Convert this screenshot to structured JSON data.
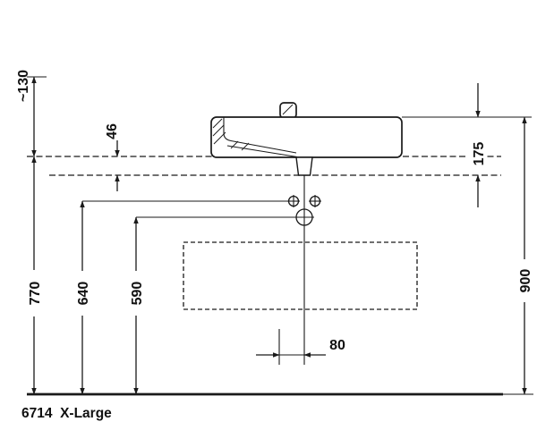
{
  "model_label": "6714  X-Large",
  "labels": {
    "approx130": "~130",
    "d46": "46",
    "d175": "175",
    "d770": "770",
    "d640": "640",
    "d590": "590",
    "d900": "900",
    "d80": "80"
  },
  "colors": {
    "line": "#1a1a1a",
    "background": "#ffffff"
  }
}
